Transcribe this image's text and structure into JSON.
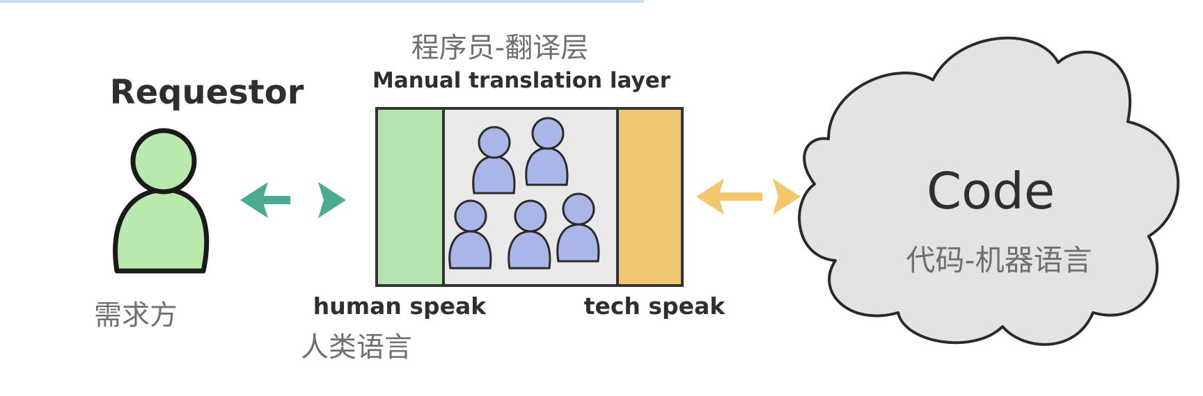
{
  "requestor": {
    "title": "Requestor",
    "subtitle_zh": "需求方"
  },
  "translation_layer": {
    "title_zh": "程序员-翻译层",
    "title_en": "Manual translation layer",
    "human_speak_label": "human speak",
    "human_speak_zh": "人类语言",
    "tech_speak_label": "tech speak"
  },
  "code": {
    "title": "Code",
    "subtitle_zh": "代码-机器语言"
  },
  "colors": {
    "requestor_fill": "#b9e9ac",
    "human_panel": "#b4e3b0",
    "tech_panel": "#f0c673",
    "people_fill": "#aab6e8",
    "left_arrow": "#4aab8f",
    "right_arrow": "#f2c86a",
    "cloud_fill": "#e3e3e3",
    "middle_panel": "#e9e9e9"
  }
}
